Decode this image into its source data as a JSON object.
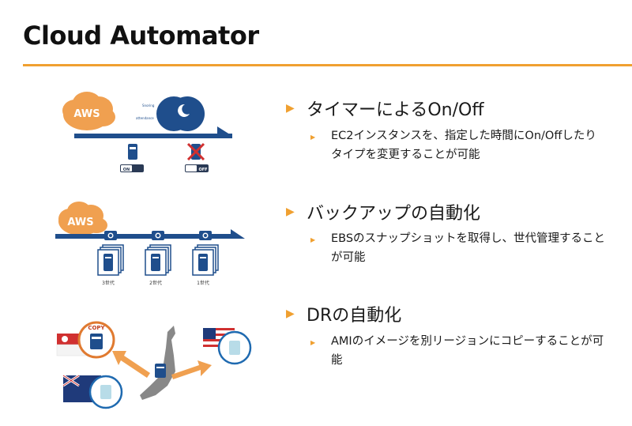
{
  "slide": {
    "title": "Cloud Automator",
    "sections": [
      {
        "heading": "タイマーによるOn/Off",
        "bullet": "EC2インスタンスを、指定した時間にOn/Offしたりタイプを変更することが可能",
        "illustration": {
          "cloud_label": "AWS",
          "toggle_on_label": "ON",
          "toggle_off_label": "OFF",
          "clock_labels": [
            "Snoring",
            "attendance"
          ]
        }
      },
      {
        "heading": "バックアップの自動化",
        "bullet": "EBSのスナップショットを取得し、世代管理することが可能",
        "illustration": {
          "cloud_label": "AWS",
          "generations": [
            "3世代",
            "2世代",
            "1世代"
          ]
        }
      },
      {
        "heading": "DRの自動化",
        "bullet": "AMIのイメージを別リージョンにコピーすることが可能",
        "illustration": {
          "copy_label": "COPY",
          "regions": [
            "singapore-flag",
            "australia-flag",
            "japan-map",
            "usa-flag"
          ]
        }
      }
    ],
    "colors": {
      "accent": "#f0a030",
      "navy": "#1f4e8c",
      "cloud": "#f0a050",
      "light_server": "#b8dce8"
    }
  }
}
